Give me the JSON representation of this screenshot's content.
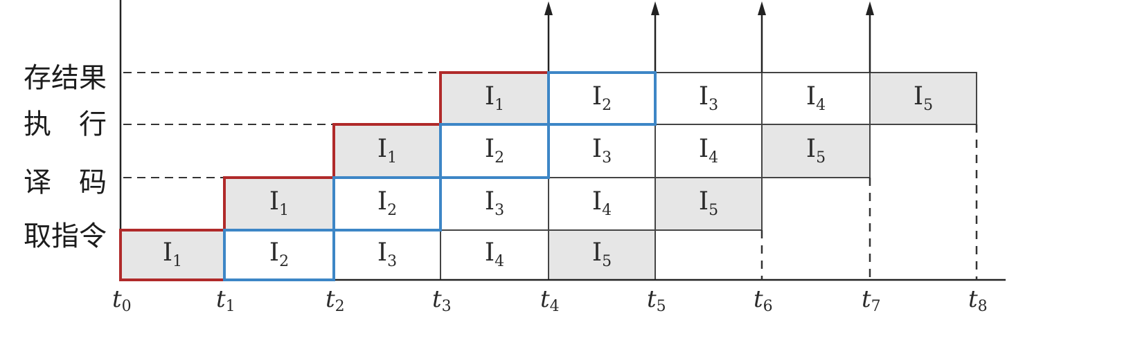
{
  "stages": [
    {
      "id": "store",
      "label": "存结果"
    },
    {
      "id": "execute",
      "label": "执　行"
    },
    {
      "id": "decode",
      "label": "译　码"
    },
    {
      "id": "fetch",
      "label": "取指令"
    }
  ],
  "time_axis": {
    "symbol": "t",
    "ticks": [
      "0",
      "1",
      "2",
      "3",
      "4",
      "5",
      "6",
      "7",
      "8"
    ]
  },
  "instruction": {
    "symbol": "I",
    "ids": [
      "1",
      "2",
      "3",
      "4",
      "5"
    ]
  },
  "pipeline": [
    {
      "instr": 1,
      "stage": "fetch",
      "t": 0,
      "shaded": true
    },
    {
      "instr": 1,
      "stage": "decode",
      "t": 1,
      "shaded": true
    },
    {
      "instr": 1,
      "stage": "execute",
      "t": 2,
      "shaded": true
    },
    {
      "instr": 1,
      "stage": "store",
      "t": 3,
      "shaded": true
    },
    {
      "instr": 2,
      "stage": "fetch",
      "t": 1,
      "shaded": false
    },
    {
      "instr": 2,
      "stage": "decode",
      "t": 2,
      "shaded": false
    },
    {
      "instr": 2,
      "stage": "execute",
      "t": 3,
      "shaded": false
    },
    {
      "instr": 2,
      "stage": "store",
      "t": 4,
      "shaded": false
    },
    {
      "instr": 3,
      "stage": "fetch",
      "t": 2,
      "shaded": false
    },
    {
      "instr": 3,
      "stage": "decode",
      "t": 3,
      "shaded": false
    },
    {
      "instr": 3,
      "stage": "execute",
      "t": 4,
      "shaded": false
    },
    {
      "instr": 3,
      "stage": "store",
      "t": 5,
      "shaded": false
    },
    {
      "instr": 4,
      "stage": "fetch",
      "t": 3,
      "shaded": false
    },
    {
      "instr": 4,
      "stage": "decode",
      "t": 4,
      "shaded": false
    },
    {
      "instr": 4,
      "stage": "execute",
      "t": 5,
      "shaded": false
    },
    {
      "instr": 4,
      "stage": "store",
      "t": 6,
      "shaded": false
    },
    {
      "instr": 5,
      "stage": "fetch",
      "t": 4,
      "shaded": true
    },
    {
      "instr": 5,
      "stage": "decode",
      "t": 5,
      "shaded": true
    },
    {
      "instr": 5,
      "stage": "execute",
      "t": 6,
      "shaded": true
    },
    {
      "instr": 5,
      "stage": "store",
      "t": 7,
      "shaded": true
    }
  ],
  "highlights": [
    {
      "instr": 1,
      "color": "#b02a2a"
    },
    {
      "instr": 2,
      "color": "#3d86c6"
    }
  ],
  "completion_arrows_at": [
    4,
    5,
    6,
    7
  ],
  "colors": {
    "shade": "#e6e6e6",
    "grid": "#444444",
    "dashed": "#333333"
  }
}
